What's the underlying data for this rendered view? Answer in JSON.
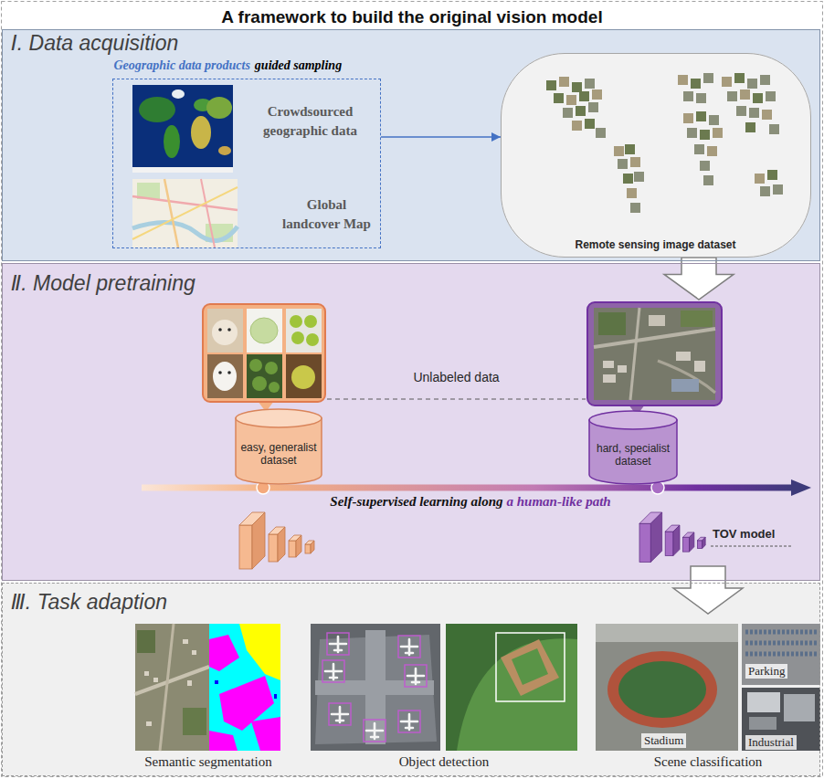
{
  "diagram": {
    "title": "A framework to build the original vision model",
    "nodes": [
      {
        "text": [
          "Ⅰ. Data acquisition"
        ]
      },
      {
        "text": [
          "Geographic data products",
          "guided sampling",
          "Crowdsourced geographic data",
          "Global landcover Map"
        ],
        "in": 0
      },
      {
        "text": [
          "Remote sensing image dataset"
        ],
        "in": 0
      },
      {
        "text": [
          "Ⅱ. Model pretraining"
        ]
      },
      {
        "text": [
          "easy, generalist dataset"
        ],
        "in": 3
      },
      {
        "text": [
          "hard, specialist dataset"
        ],
        "in": 3
      },
      {
        "text": [
          "Ⅲ. Task adaption"
        ]
      }
    ],
    "edges": [
      {
        "from": 1,
        "to": 2,
        "arrow": "to"
      },
      {
        "from": 2,
        "to": 5,
        "arrow": "to"
      },
      {
        "from": 4,
        "to": 5,
        "label": "Unlabeled data",
        "arrow": "none"
      },
      {
        "from": 3,
        "to": 6,
        "arrow": "to"
      }
    ],
    "labels": [
      "Self-supervised learning along",
      "a human-like path",
      "TOV model",
      "Semantic segmentation",
      "Object detection",
      "Stadium",
      "Parking",
      "Industrial",
      "Scene classification"
    ]
  }
}
